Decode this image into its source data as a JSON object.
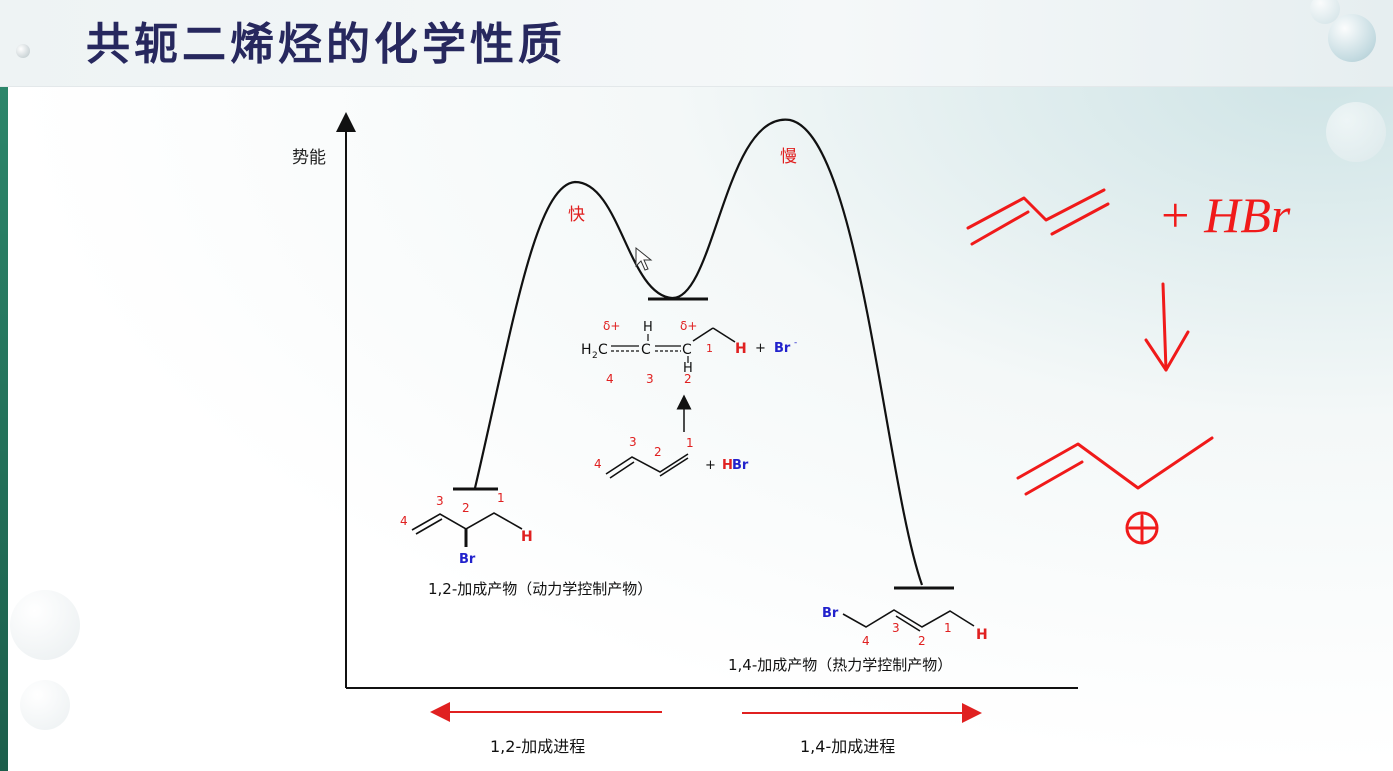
{
  "title": "共轭二烯烃的化学性质",
  "axis": {
    "ylabel": "势能"
  },
  "peaks": {
    "fast": "快",
    "slow": "慢"
  },
  "intermediate": {
    "delta_left": "δ+",
    "delta_right": "δ+",
    "h_top": "H",
    "h_bottom": "H",
    "chain": "H",
    "h2c": "H",
    "h2c_sub": "2",
    "c_left": "C",
    "c_mid": "C",
    "c_right": "C",
    "num1": "1",
    "plus_h": "H",
    "plus": "+",
    "br_minus": "Br",
    "br_sup": "-",
    "pos4": "4",
    "pos3": "3",
    "pos2": "2"
  },
  "reactant": {
    "n1": "1",
    "n2": "2",
    "n3": "3",
    "n4": "4",
    "plus": "+",
    "h": "H",
    "br": "Br"
  },
  "product_12": {
    "n1": "1",
    "n2": "2",
    "n3": "3",
    "n4": "4",
    "h": "H",
    "br": "Br",
    "caption": "1,2-加成产物（动力学控制产物）"
  },
  "product_14": {
    "n1": "1",
    "n2": "2",
    "n3": "3",
    "n4": "4",
    "h": "H",
    "br": "Br",
    "caption": "1,4-加成产物（热力学控制产物）"
  },
  "progress": {
    "left": "1,2-加成进程",
    "right": "1,4-加成进程"
  },
  "handwriting": {
    "reagent": "+ HBr"
  },
  "colors": {
    "title": "#27285e",
    "red": "#e02020",
    "blue": "#2222cc",
    "ink": "#111111",
    "pen": "#f01a1a"
  }
}
